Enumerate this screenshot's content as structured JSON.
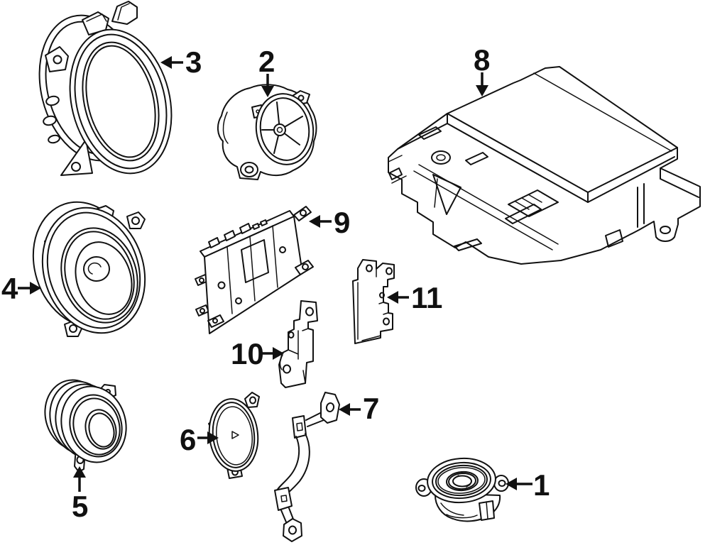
{
  "page": {
    "background_color": "#ffffff",
    "ink_color": "#111111"
  },
  "diagram": {
    "kind": "exploded-parts-line-diagram",
    "subject": "vehicle-audio-speaker-system",
    "callouts": [
      {
        "label": "1",
        "part": "speaker-assembly"
      },
      {
        "label": "2",
        "part": "tweeter-speaker"
      },
      {
        "label": "3",
        "part": "speaker-mounting-ring"
      },
      {
        "label": "4",
        "part": "door-speaker"
      },
      {
        "label": "5",
        "part": "small-speaker"
      },
      {
        "label": "6",
        "part": "speaker-cover"
      },
      {
        "label": "7",
        "part": "mounting-bracket-strap"
      },
      {
        "label": "8",
        "part": "amplifier-unit"
      },
      {
        "label": "9",
        "part": "amplifier-module"
      },
      {
        "label": "10",
        "part": "mounting-bracket"
      },
      {
        "label": "11",
        "part": "mounting-bracket"
      }
    ]
  }
}
